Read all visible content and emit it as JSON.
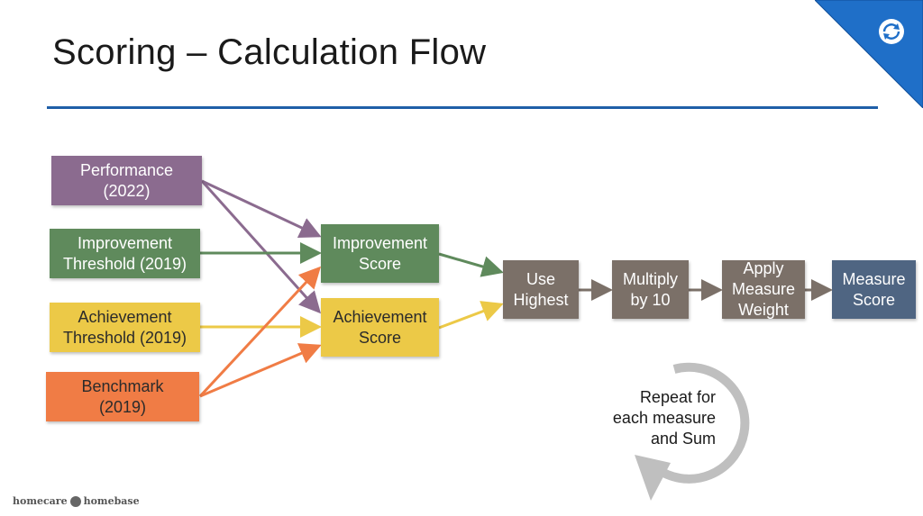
{
  "title": "Scoring – Calculation Flow",
  "colors": {
    "performance": "#8b6b8f",
    "improvement": "#5f8a5c",
    "achievement": "#ecc947",
    "benchmark": "#f07c45",
    "process": "#7b7068",
    "result": "#4f6582",
    "rule": "#1f5fa8"
  },
  "inputs": {
    "performance": "Performance\n(2022)",
    "improvement_threshold": "Improvement\nThreshold (2019)",
    "achievement_threshold": "Achievement\nThreshold (2019)",
    "benchmark": "Benchmark\n(2019)"
  },
  "scores": {
    "improvement": "Improvement\nScore",
    "achievement": "Achievement\nScore"
  },
  "steps": {
    "use_highest": "Use\nHighest",
    "multiply": "Multiply\nby 10",
    "apply_weight": "Apply\nMeasure\nWeight",
    "measure_score": "Measure\nScore"
  },
  "repeat_note": "Repeat for\neach measure\nand Sum",
  "brand": {
    "left": "homecare",
    "right": "homebase"
  },
  "icons": [
    "refresh-icon",
    "loop-arrow-icon",
    "brand-logo-icon"
  ]
}
